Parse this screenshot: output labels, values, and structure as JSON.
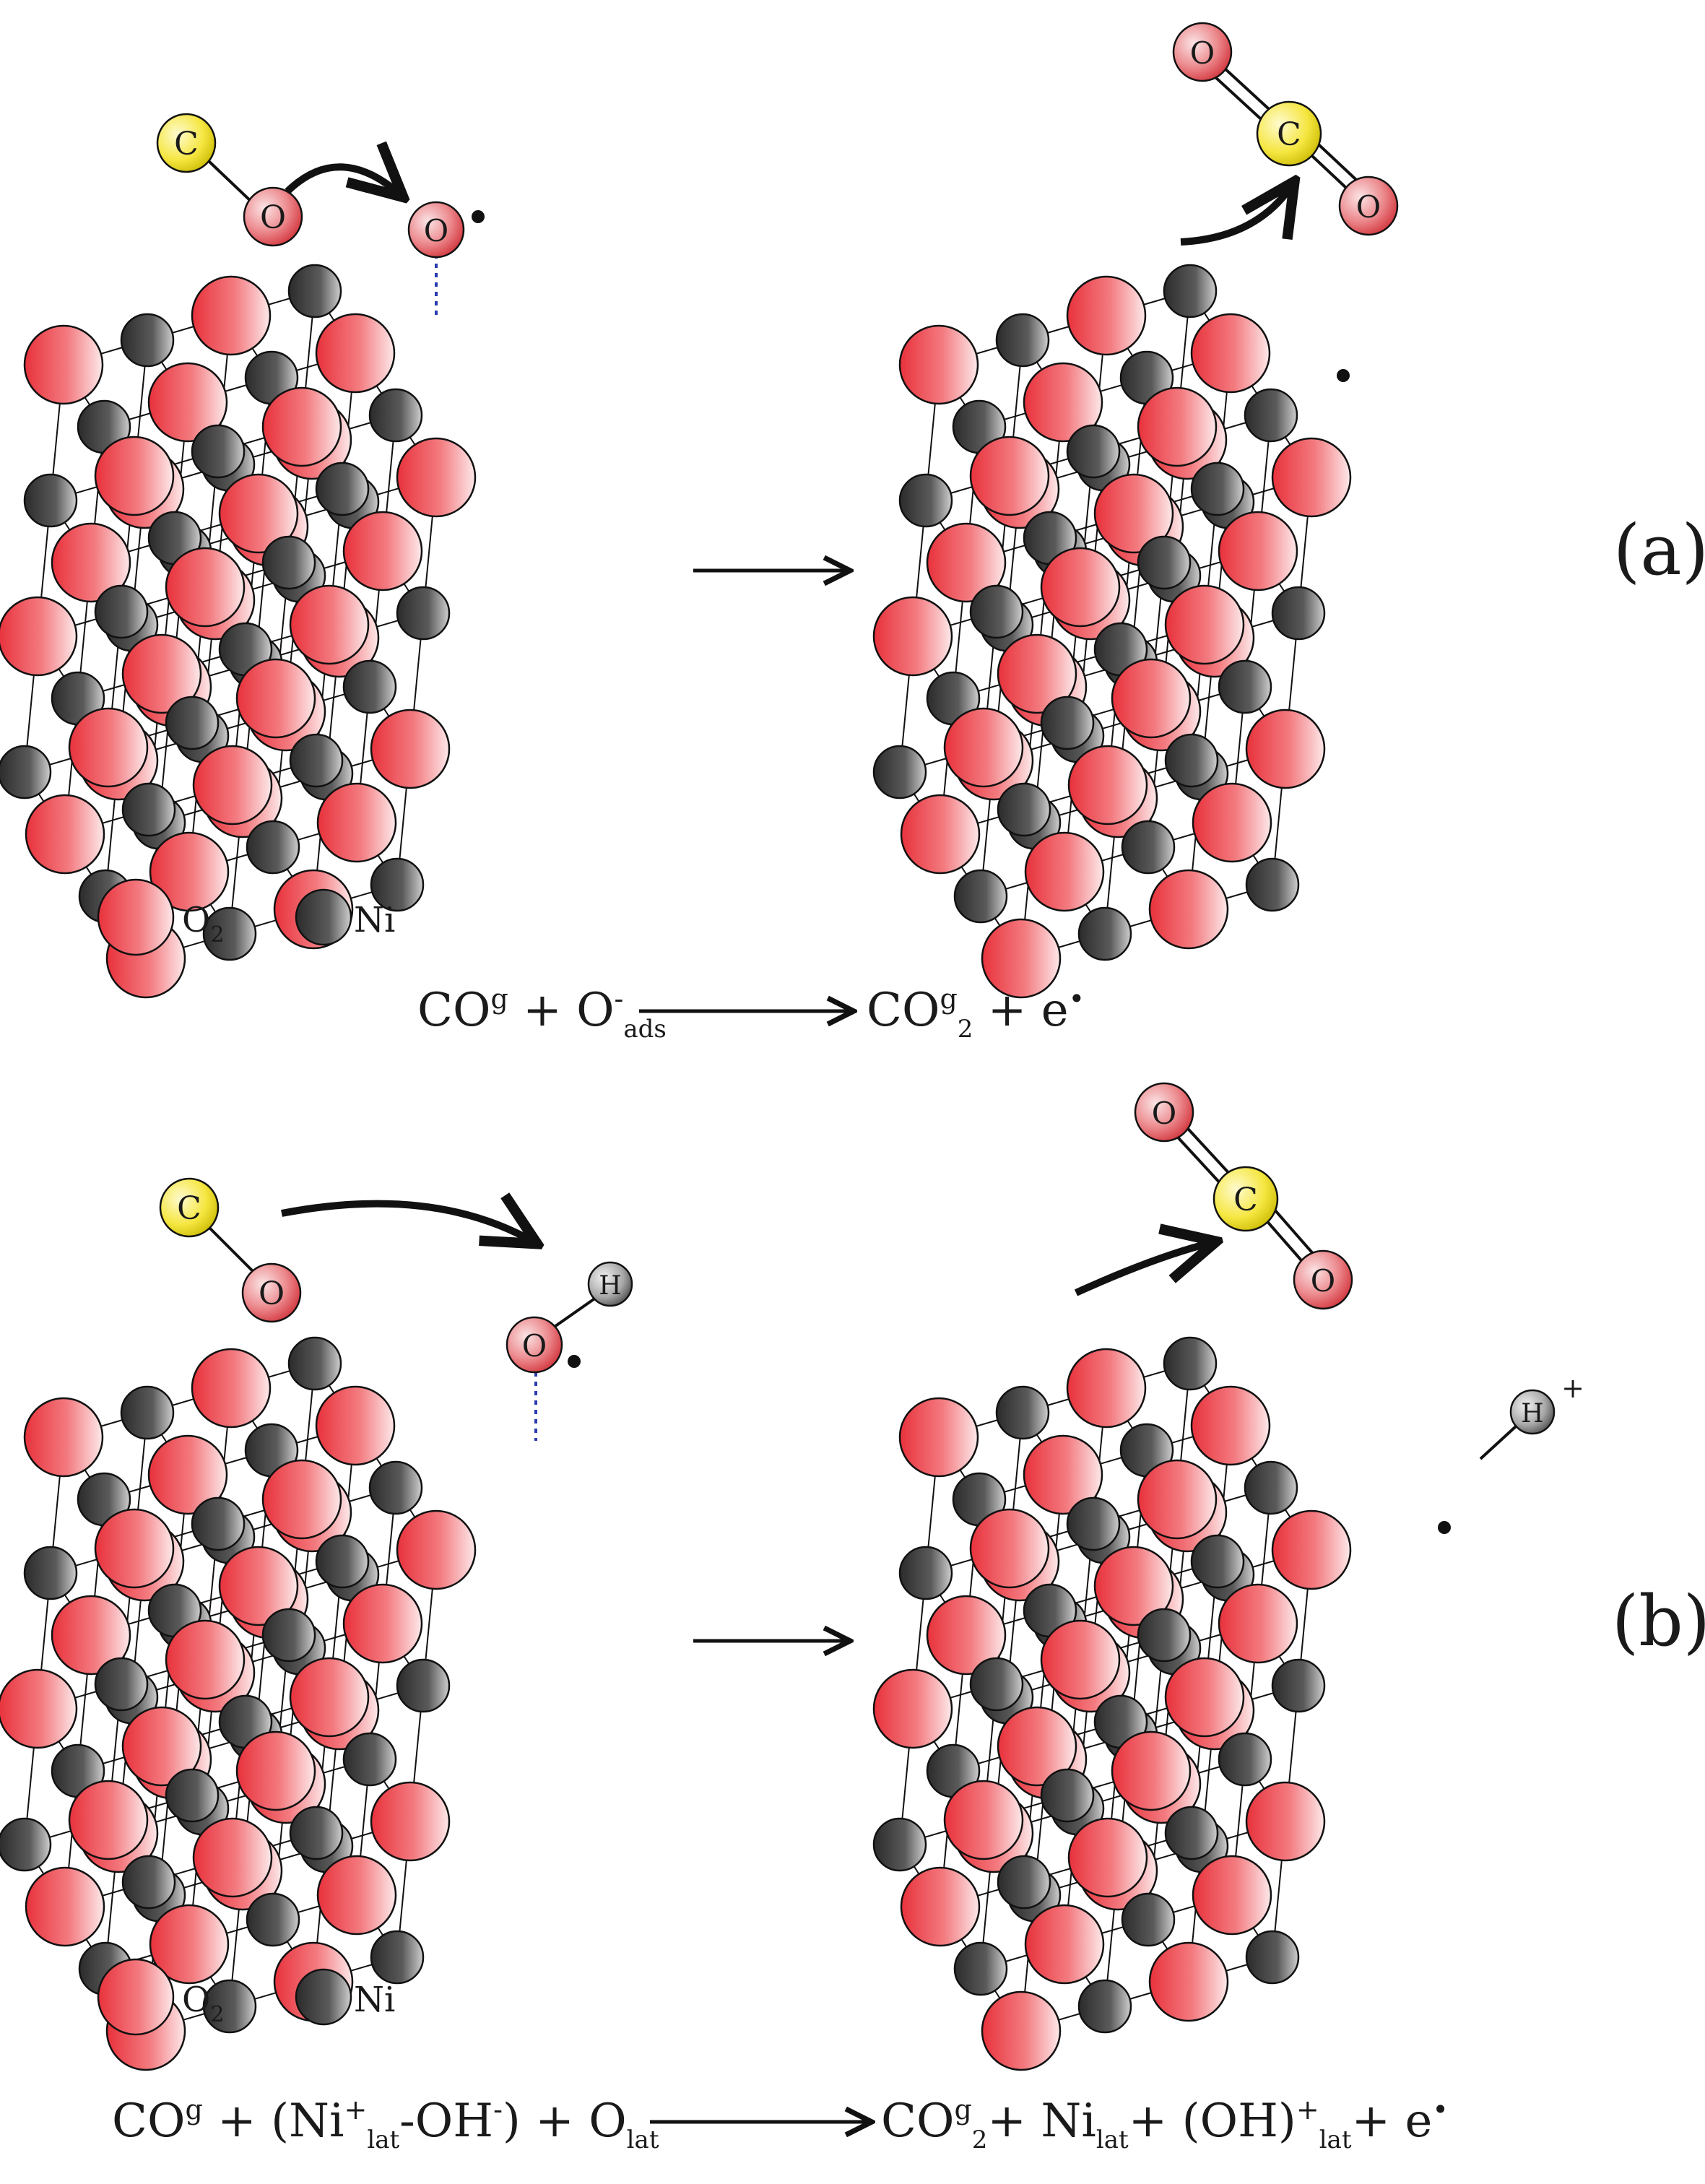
{
  "panels": [
    {
      "label": "(a)",
      "surface_species": [
        "O"
      ],
      "released_species": [
        "O",
        "C",
        "O"
      ],
      "equation": {
        "lhs": [
          {
            "t": "CO"
          },
          {
            "t": "g",
            "pos": "sup"
          },
          {
            "t": " + O"
          },
          {
            "t": "-",
            "pos": "sup"
          },
          {
            "t": "ads",
            "pos": "sub"
          }
        ],
        "rhs": [
          {
            "t": "CO"
          },
          {
            "t": "g",
            "pos": "sup"
          },
          {
            "t": "2",
            "pos": "sub"
          },
          {
            "t": " + e"
          },
          {
            "t": "•",
            "pos": "sup"
          }
        ]
      }
    },
    {
      "label": "(b)",
      "surface_species": [
        "O",
        "H"
      ],
      "released_species": [
        "O",
        "C",
        "O"
      ],
      "product_ion": {
        "atom": "H",
        "charge": "+"
      },
      "equation": {
        "lhs": [
          {
            "t": "CO"
          },
          {
            "t": "g",
            "pos": "sup"
          },
          {
            "t": " + (Ni"
          },
          {
            "t": "+",
            "pos": "sup"
          },
          {
            "t": "lat",
            "pos": "sub"
          },
          {
            "t": "-OH"
          },
          {
            "t": "-",
            "pos": "sup"
          },
          {
            "t": ") + O"
          },
          {
            "t": "lat",
            "pos": "sub"
          }
        ],
        "rhs": [
          {
            "t": "CO"
          },
          {
            "t": "g",
            "pos": "sup"
          },
          {
            "t": "2",
            "pos": "sub"
          },
          {
            "t": "+ Ni"
          },
          {
            "t": "lat",
            "pos": "sub"
          },
          {
            "t": "+ (OH)"
          },
          {
            "t": "+",
            "pos": "sup"
          },
          {
            "t": "lat",
            "pos": "sub"
          },
          {
            "t": "+ e"
          },
          {
            "t": "•",
            "pos": "sup"
          }
        ]
      }
    }
  ],
  "reactant_molecule": [
    "C",
    "O"
  ],
  "legend": [
    {
      "main": "O",
      "sub": "2",
      "color": "#e8323c"
    },
    {
      "main": "Ni",
      "sub": "",
      "color": "#2b2b2b"
    }
  ]
}
